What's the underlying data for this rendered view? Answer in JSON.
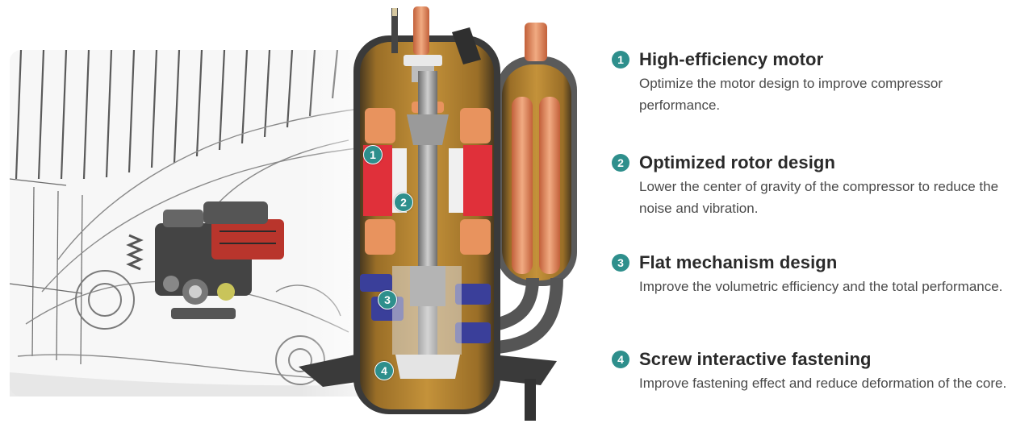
{
  "features": [
    {
      "number": "1",
      "title": "High-efficiency motor",
      "description": "Optimize the motor design to improve compressor performance."
    },
    {
      "number": "2",
      "title": "Optimized rotor design",
      "description": "Lower the center of gravity of the compressor to reduce the noise and vibration."
    },
    {
      "number": "3",
      "title": "Flat mechanism design",
      "description": "Improve the volumetric efficiency and the total performance."
    },
    {
      "number": "4",
      "title": "Screw interactive fastening",
      "description": "Improve fastening effect and reduce deformation of the core."
    }
  ],
  "callouts": [
    "1",
    "2",
    "3",
    "4"
  ],
  "colors": {
    "accent": "#2e8f8c",
    "shell": "#b8862e",
    "stator": "#e0303a",
    "copper": "#e8935e",
    "mechanism": "#3a3f9a"
  }
}
